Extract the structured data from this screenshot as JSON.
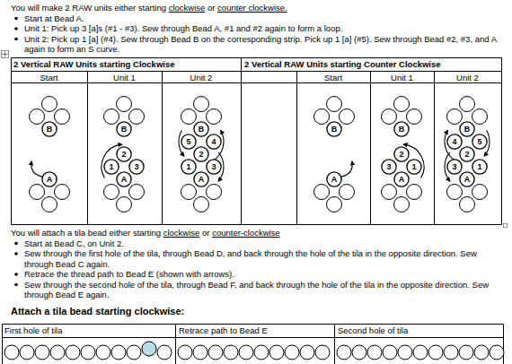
{
  "diagram": {
    "nodes": [
      {
        "text": [
          "B"
        ]
      },
      {
        "text": [
          "A"
        ]
      },
      {
        "text": [
          "B"
        ]
      },
      {
        "text": [
          "2"
        ]
      },
      {
        "text": [
          "1"
        ]
      },
      {
        "text": [
          "3"
        ]
      },
      {
        "text": [
          "A"
        ]
      },
      {
        "text": [
          "B"
        ]
      },
      {
        "text": [
          "5"
        ]
      },
      {
        "text": [
          "4"
        ]
      },
      {
        "text": [
          "2"
        ]
      },
      {
        "text": [
          "1"
        ]
      },
      {
        "text": [
          "3"
        ]
      },
      {
        "text": [
          "A"
        ]
      },
      {
        "text": [
          "B"
        ]
      },
      {
        "text": [
          "A"
        ]
      },
      {
        "text": [
          "B"
        ]
      },
      {
        "text": [
          "2"
        ]
      },
      {
        "text": [
          "3"
        ]
      },
      {
        "text": [
          "1"
        ]
      },
      {
        "text": [
          "A"
        ]
      },
      {
        "text": [
          "B"
        ]
      },
      {
        "text": [
          "4"
        ]
      },
      {
        "text": [
          "5"
        ]
      },
      {
        "text": [
          "2"
        ]
      },
      {
        "text": [
          "3"
        ]
      },
      {
        "text": [
          "1"
        ]
      },
      {
        "text": [
          "A"
        ]
      }
    ],
    "labels": [
      "You will make 2 RAW units either starting",
      "clockwise",
      "or",
      "counter clockwise.",
      "Start at Bead A.",
      "Unit 1: Pick up 3 [a]s (#1 - #3). Sew through Bead A, #1 and #2 again to form a loop.",
      "Unit 2: Pick up 1 [a] (#4). Sew through Bead B on the corresponding strip. Pick up 1 [a] (#5). Sew through Bead #2, #3, and A again to form an S curve.",
      "2 Vertical RAW Units starting Clockwise",
      "2 Vertical RAW Units starting Counter Clockwise",
      "Start",
      "Unit 1",
      "Unit 2",
      "Start",
      "Unit 1",
      "Unit 2",
      "You will attach a tila bead either starting",
      "clockwise",
      "or",
      "counter-clockwise",
      "Start at Bead C, on Unit 2.",
      "Sew through the first hole of the tila, through Bead D, and back through the hole of the tila in the opposite direction. Sew through Bead C again.",
      "Retrace the thread path to Bead E (shown with arrows).",
      "Sew through the second hole of the tila, through Bead F, and back through the hole of the tila in the opposite direction. Sew through Bead E again.",
      "Attach a tila bead starting clockwise:",
      "First hole of tila",
      "Retrace path to Bead E",
      "Second hole of tila"
    ]
  }
}
